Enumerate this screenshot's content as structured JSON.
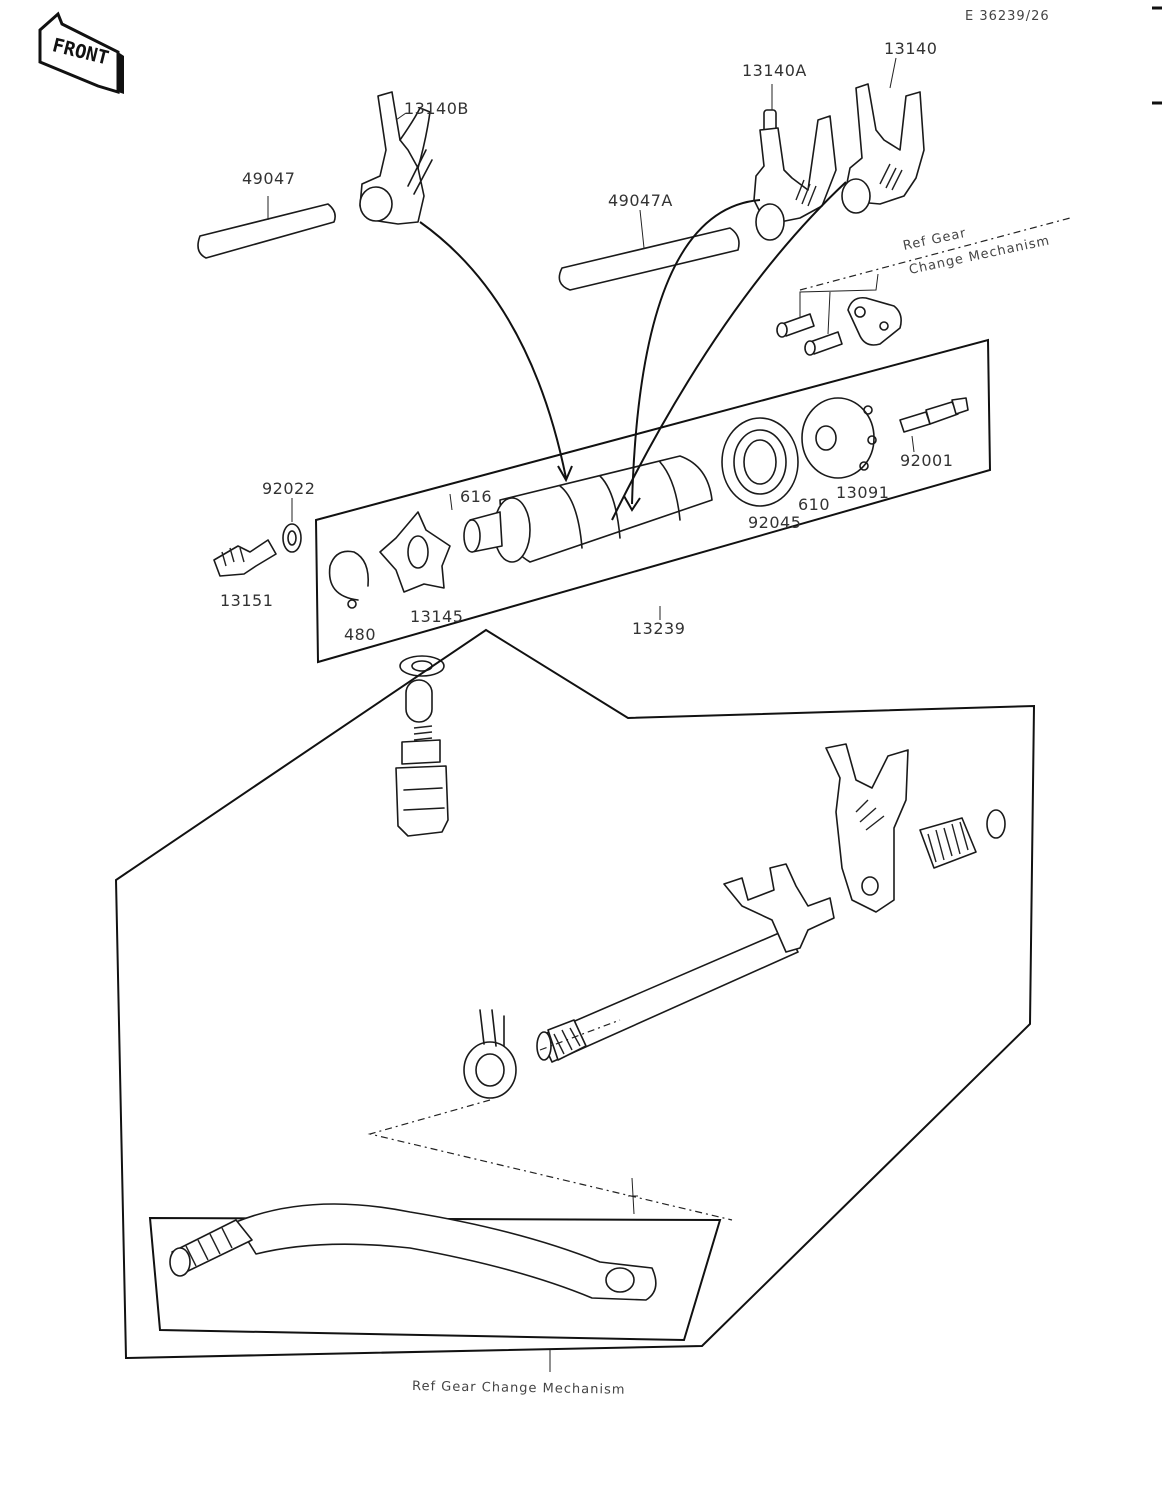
{
  "page_code": "E 36239/26",
  "front_badge": {
    "text": "FRONT"
  },
  "parts": [
    {
      "id": "p13140B",
      "number": "13140B"
    },
    {
      "id": "p13140A",
      "number": "13140A"
    },
    {
      "id": "p13140",
      "number": "13140"
    },
    {
      "id": "p49047",
      "number": "49047"
    },
    {
      "id": "p49047A",
      "number": "49047A"
    },
    {
      "id": "p616",
      "number": "616"
    },
    {
      "id": "p92022",
      "number": "92022"
    },
    {
      "id": "p13151",
      "number": "13151"
    },
    {
      "id": "p480",
      "number": "480"
    },
    {
      "id": "p13145",
      "number": "13145"
    },
    {
      "id": "p13239",
      "number": "13239"
    },
    {
      "id": "p92045",
      "number": "92045"
    },
    {
      "id": "p610",
      "number": "610"
    },
    {
      "id": "p13091",
      "number": "13091"
    },
    {
      "id": "p92001",
      "number": "92001"
    }
  ],
  "references": {
    "upper_ref": "Ref  Gear",
    "upper_ref_line2": "Change Mechanism",
    "bottom_ref": "Ref  Gear  Change  Mechanism"
  }
}
